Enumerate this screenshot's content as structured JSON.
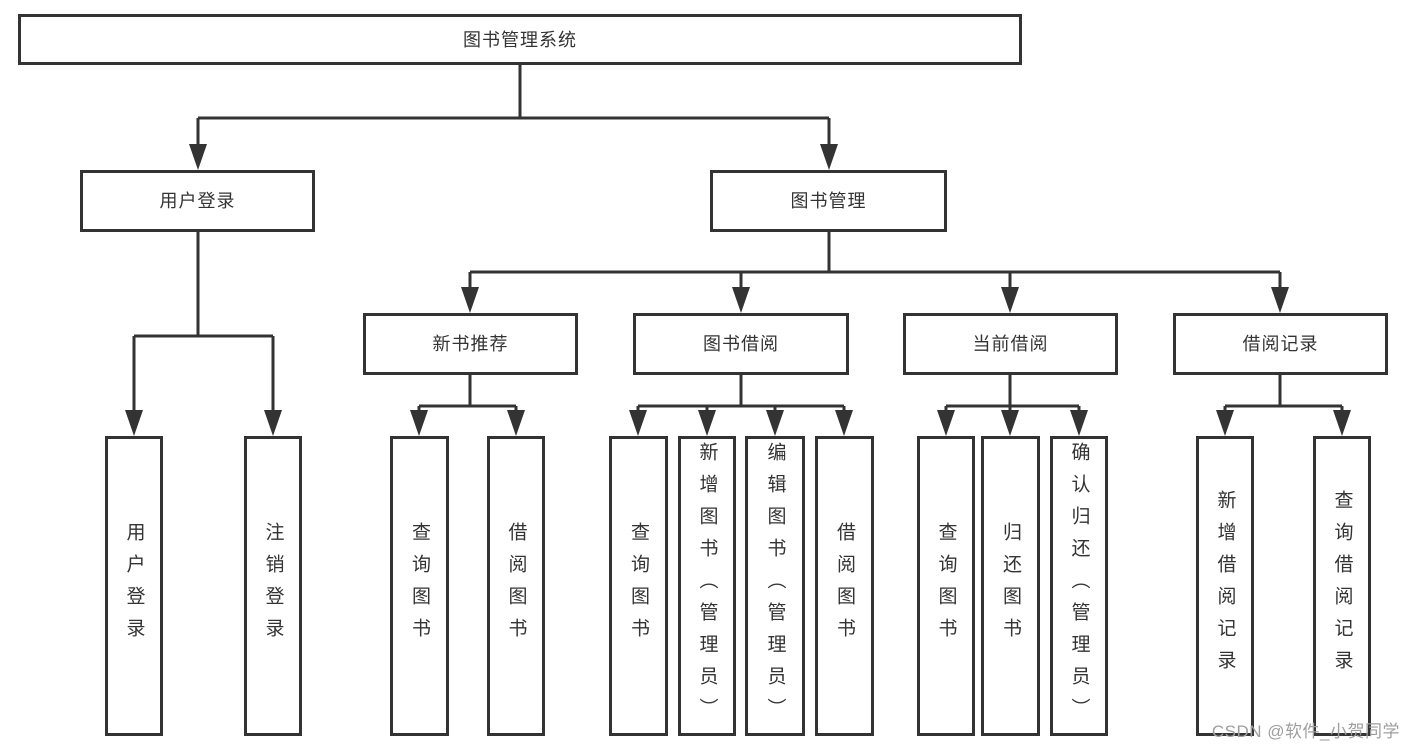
{
  "nodes": {
    "root": "图书管理系统",
    "level2": [
      "用户登录",
      "图书管理"
    ],
    "level3": [
      "新书推荐",
      "图书借阅",
      "当前借阅",
      "借阅记录"
    ],
    "leaves": {
      "user_login": [
        "用户登录",
        "注销登录"
      ],
      "new_book_recommend": [
        "查询图书",
        "借阅图书"
      ],
      "book_borrow": [
        "查询图书",
        "新增图书（管理员）",
        "编辑图书（管理员）",
        "借阅图书"
      ],
      "current_borrow": [
        "查询图书",
        "归还图书",
        "确认归还（管理员）"
      ],
      "borrow_records": [
        "新增借阅记录",
        "查询借阅记录"
      ]
    }
  },
  "watermark": "CSDN @软件_小贺同学",
  "colors": {
    "line": "#333333",
    "box_border": "#333333",
    "box_fill": "#ffffff",
    "text": "#333333",
    "watermark": "#9e9e9e",
    "background": "#ffffff"
  }
}
